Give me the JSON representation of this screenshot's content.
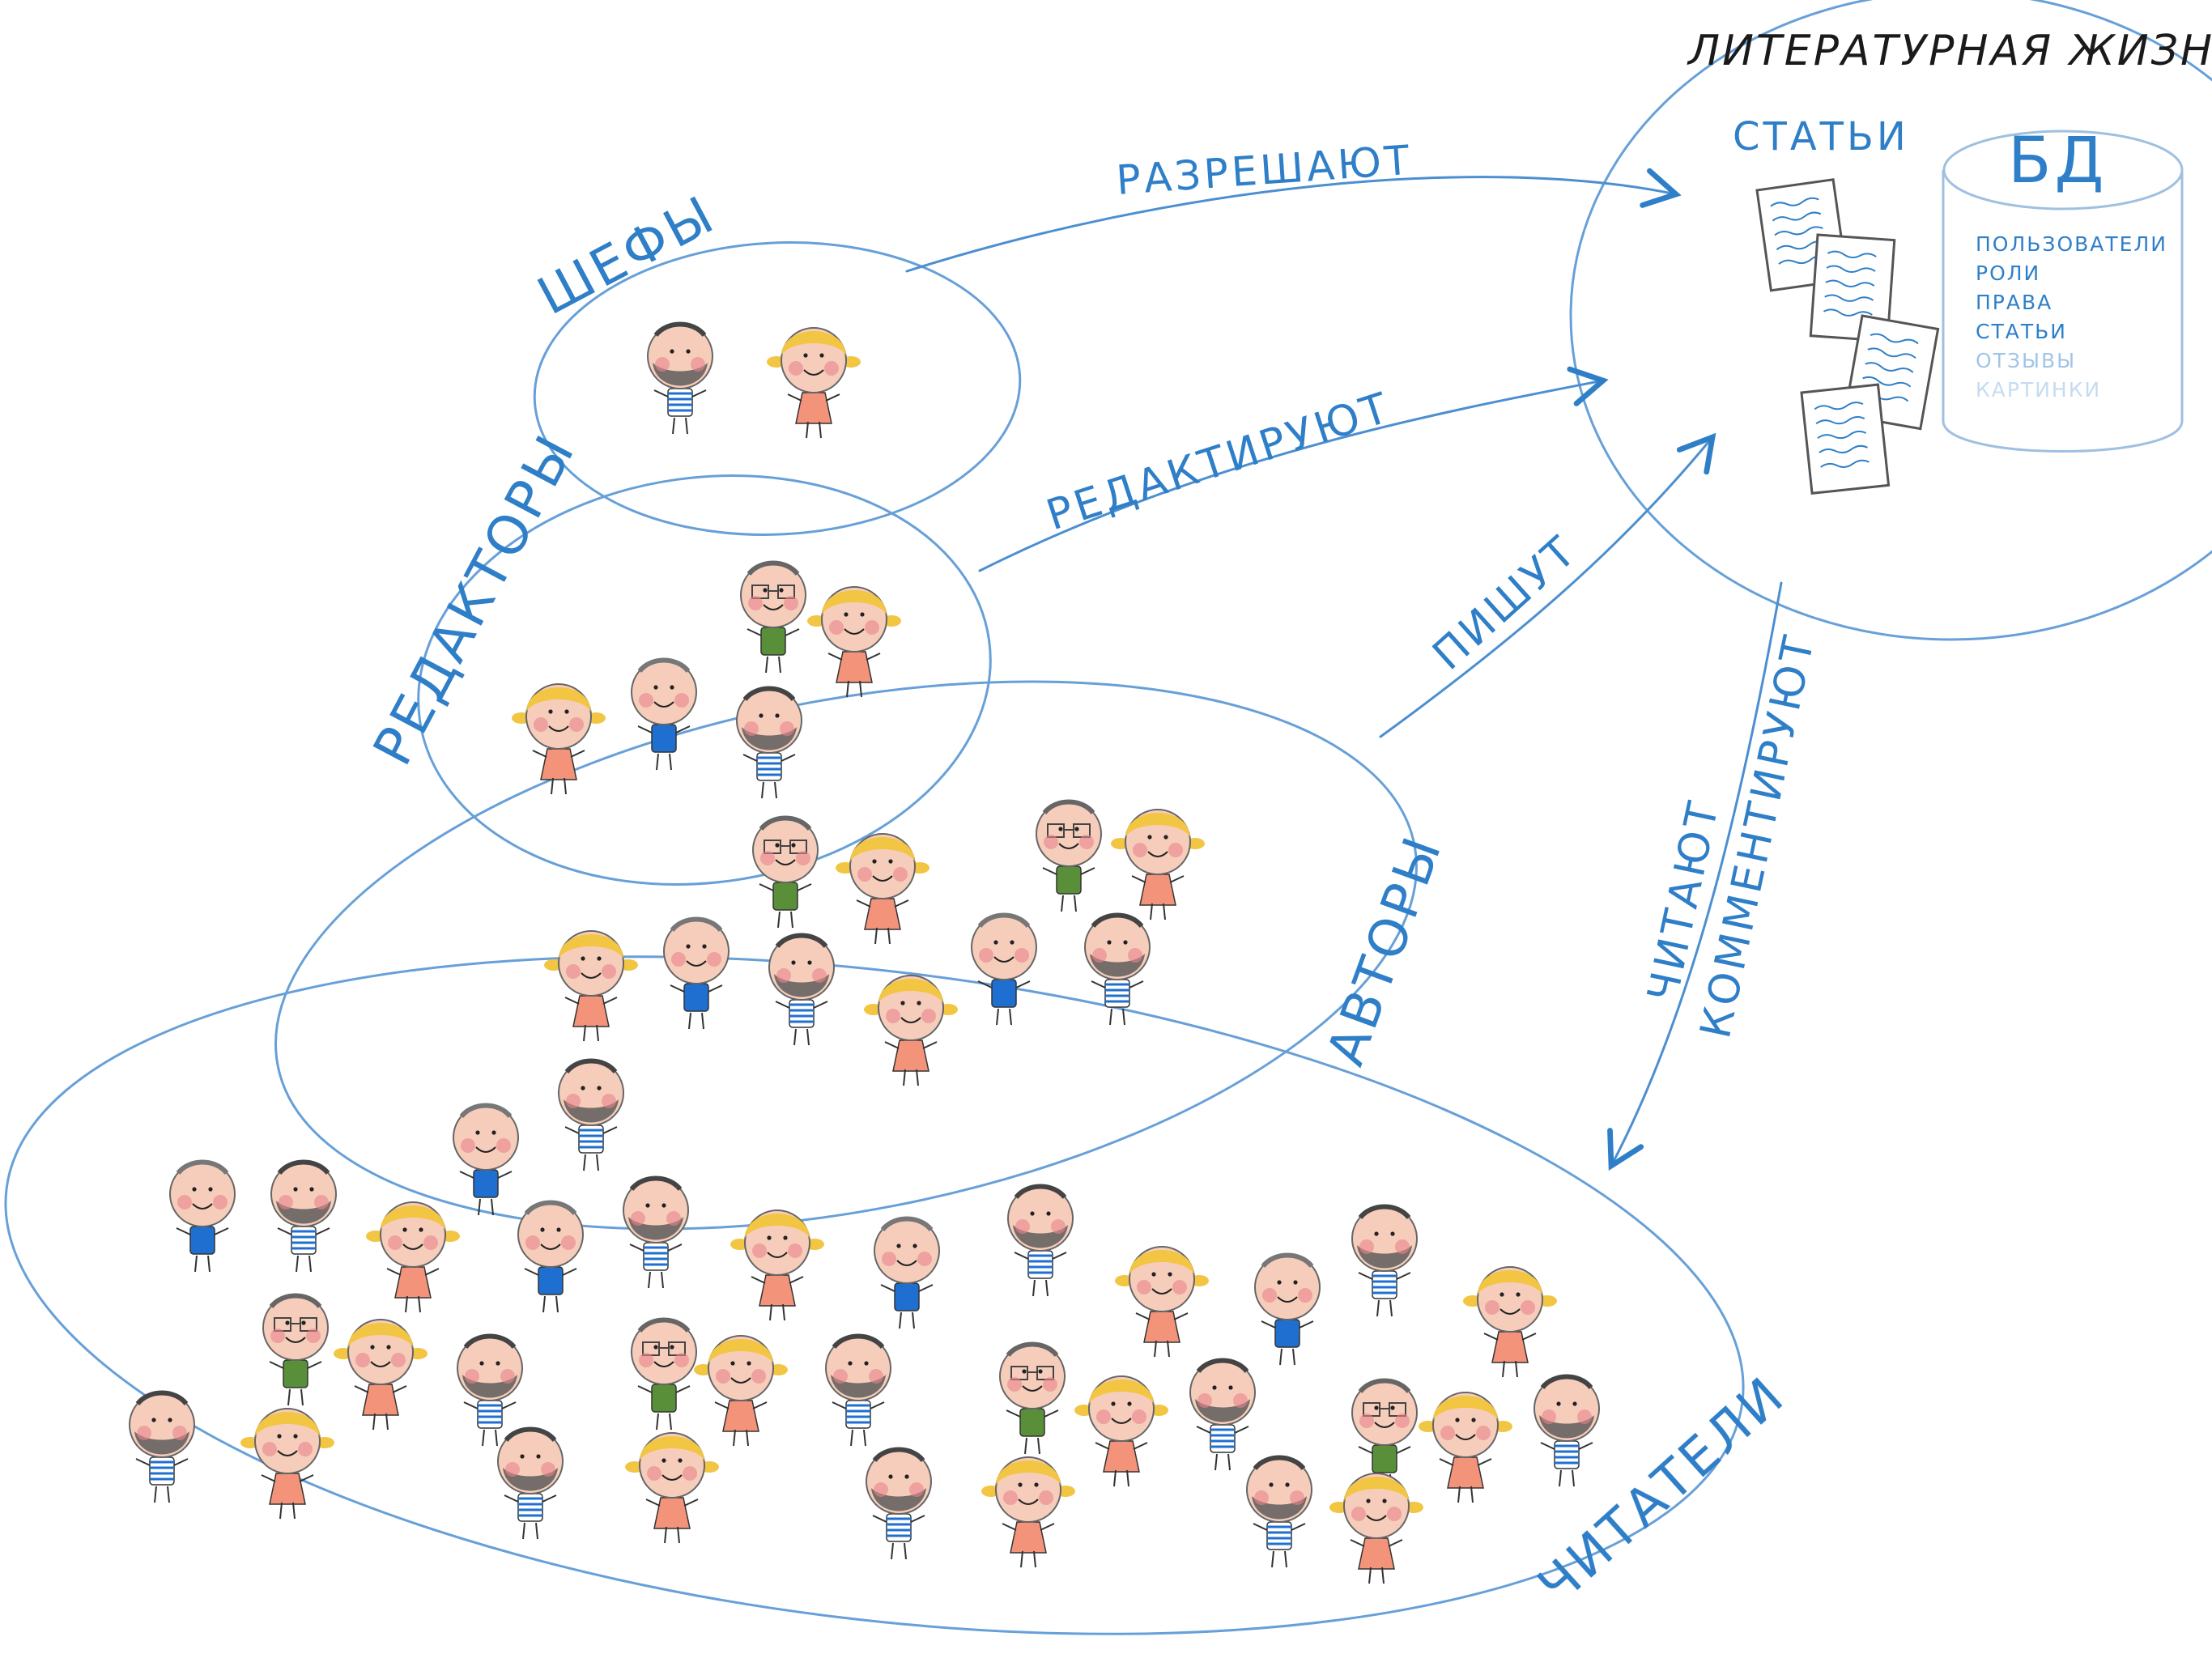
{
  "title": "ЛИТЕРАТУРНАЯ ЖИЗНЬ",
  "groups": {
    "chiefs": "ШЕФЫ",
    "editors": "РЕДАКТОРЫ",
    "authors": "АВТОРЫ",
    "readers": "ЧИТАТЕЛИ"
  },
  "actions": {
    "allow": "РАЗРЕШАЮТ",
    "edit": "РЕДАКТИРУЮТ",
    "write": "ПИШУТ",
    "read": "ЧИТАЮТ",
    "comment": "КОММЕНТИРУЮТ"
  },
  "articles_label": "СТАТЬИ",
  "db": {
    "label": "БД",
    "tables": [
      "ПОЛЬЗОВАТЕЛИ",
      "РОЛИ",
      "ПРАВА",
      "СТАТЬИ",
      "ОТЗЫВЫ",
      "КАРТИНКИ"
    ]
  },
  "colors": {
    "ink": "#2f7fc8",
    "skin": "#f6cdbb",
    "cheek": "#e9838a",
    "blonde": "#f2c542",
    "shirt_blue": "#1f6fd1",
    "shirt_green": "#5a8f3a",
    "dress_pink": "#f3937a",
    "dress_red": "#d9261f"
  }
}
